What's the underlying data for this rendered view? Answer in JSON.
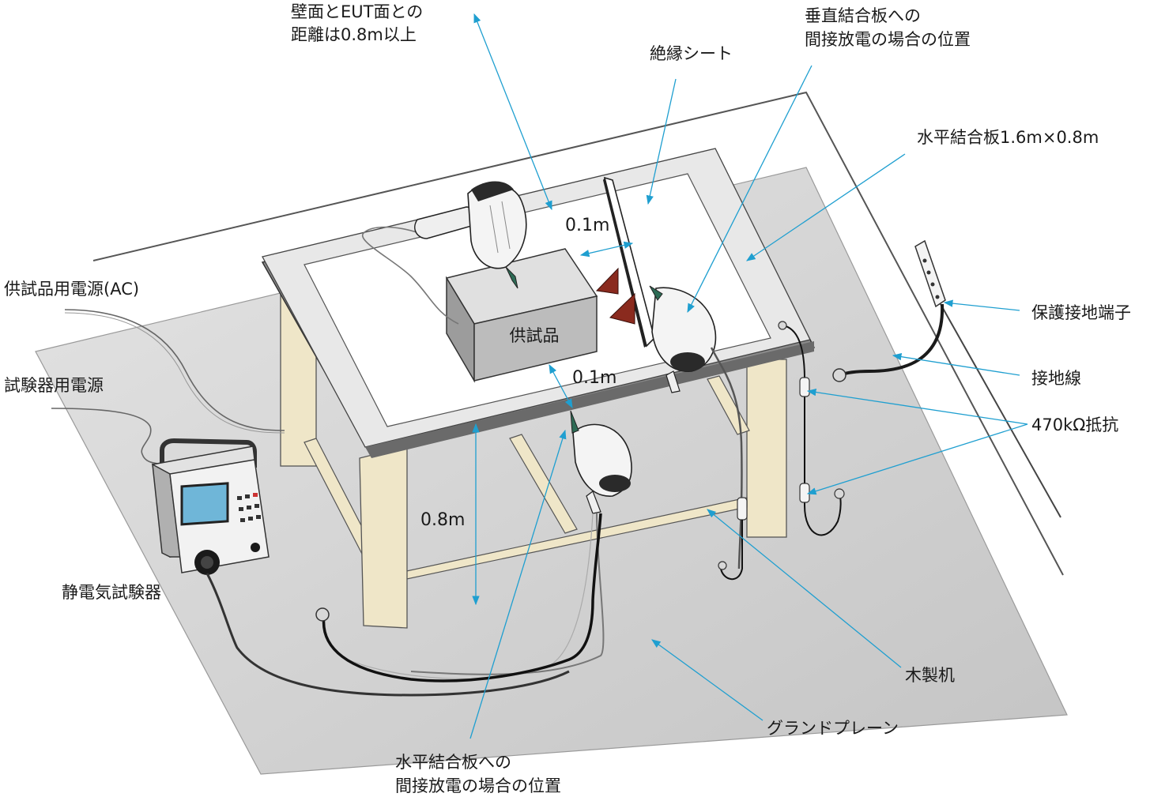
{
  "labels": {
    "wall_distance_line1": "壁面とEUT面との",
    "wall_distance_line2": "距離は0.8m以上",
    "vertical_indirect_line1": "垂直結合板への",
    "vertical_indirect_line2": "間接放電の場合の位置",
    "insulation_sheet": "絶縁シート",
    "horizontal_plane": "水平結合板1.6m×0.8m",
    "eut_power": "供試品用電源(AC)",
    "tester_power": "試験器用電源",
    "eut": "供試品",
    "protective_earth": "保護接地端子",
    "earth_wire": "接地線",
    "resistor": "470kΩ抵抗",
    "esd_tester": "静電気試験器",
    "wooden_table": "木製机",
    "ground_plane": "グランドプレーン",
    "horizontal_indirect_line1": "水平結合板への",
    "horizontal_indirect_line2": "間接放電の場合の位置"
  },
  "dimensions": {
    "gap_vcp": "0.1m",
    "gap_hcp": "0.1m",
    "table_height": "0.8m"
  },
  "colors": {
    "leader": "#1f9fd0",
    "ground_plane": "#d4d4d4",
    "table_wood": "#efe6c8",
    "table_edge": "#7a7a7a",
    "eut_box": "#bcbcbc",
    "insulator": "#8a2a1e",
    "tester_screen": "#6fb6d8"
  }
}
